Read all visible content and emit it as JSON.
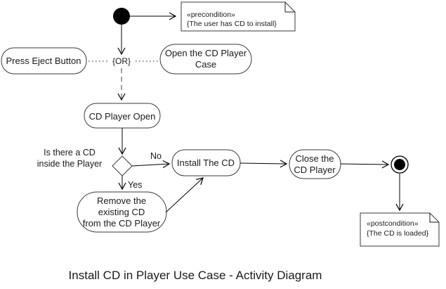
{
  "diagram": {
    "title": "Install CD in Player Use Case - Activity Diagram",
    "precondition_note": {
      "stereotype": "«precondition»",
      "body": "{The user has CD to install}"
    },
    "postcondition_note": {
      "stereotype": "«postcondition»",
      "body": "{The CD is loaded}"
    },
    "nodes": {
      "press_eject": [
        "Press Eject Button"
      ],
      "open_case": [
        "Open the CD Player",
        "Case"
      ],
      "cd_player_open": [
        "CD Player Open"
      ],
      "install_cd": [
        "Install The CD"
      ],
      "close_player": [
        "Close the",
        "CD Player"
      ],
      "remove_cd": [
        "Remove the",
        "existing CD",
        "from the CD Player"
      ]
    },
    "decision_question": [
      "Is there a CD",
      "inside the Player"
    ],
    "edge_labels": {
      "or": "{OR}",
      "no": "No",
      "yes": "Yes"
    },
    "colors": {
      "line": "#000000",
      "gray_line": "#808080",
      "background": "#ffffff"
    }
  }
}
